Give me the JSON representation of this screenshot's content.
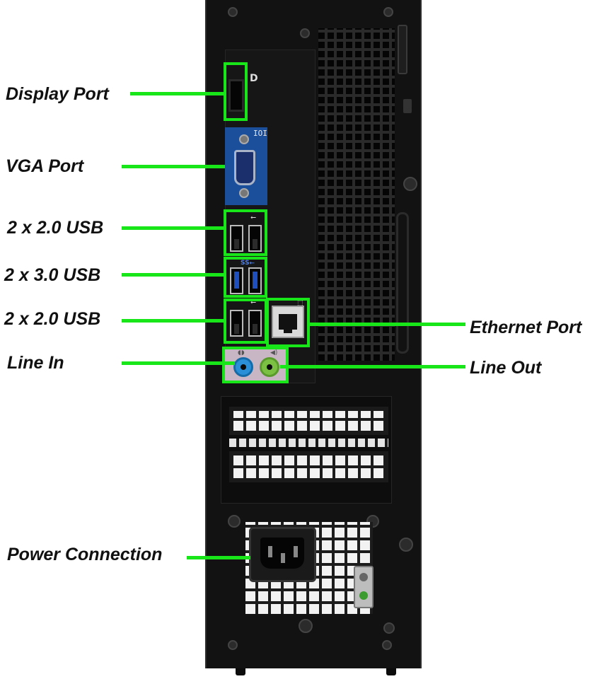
{
  "labels": {
    "display_port": "Display Port",
    "vga_port": "VGA Port",
    "usb_20_top": "2 x 2.0 USB",
    "usb_30": "2 x 3.0 USB",
    "usb_20_bottom": "2 x 2.0 USB",
    "line_in": "Line In",
    "ethernet_port": "Ethernet Port",
    "line_out": "Line Out",
    "power_connection": "Power Connection"
  },
  "colors": {
    "highlight": "#19e619",
    "case": "#121212",
    "vga_blue": "#1b4f9c",
    "usb3_blue": "#1f4fbf",
    "line_in_blue": "#2a8fd6",
    "line_out_green": "#7bc043"
  }
}
